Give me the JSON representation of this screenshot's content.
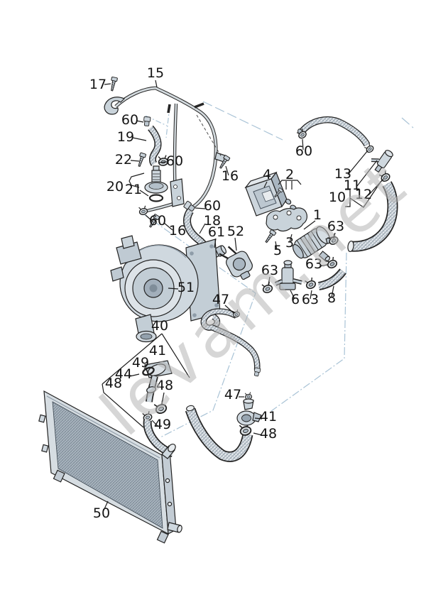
{
  "diagram": {
    "type": "exploded-parts-diagram",
    "subject": "engine cooling system - radiator, coolant hoses, pumps",
    "watermark": "levam.net",
    "background": "#ffffff",
    "colors": {
      "outline": "#232323",
      "part_fill": "#cfd8df",
      "part_shade": "#a9b6c1",
      "reference_line": "#a9c3d6",
      "callout_text": "#141414",
      "watermark": "#b5b5b5"
    },
    "callouts": [
      {
        "text": "17"
      },
      {
        "text": "15"
      },
      {
        "text": "60"
      },
      {
        "text": "19"
      },
      {
        "text": "22"
      },
      {
        "text": "60"
      },
      {
        "text": "20"
      },
      {
        "text": "21"
      },
      {
        "text": "16"
      },
      {
        "text": "60"
      },
      {
        "text": "13"
      },
      {
        "text": "11"
      },
      {
        "text": "10"
      },
      {
        "text": "12"
      },
      {
        "text": "4"
      },
      {
        "text": "2"
      },
      {
        "text": "1"
      },
      {
        "text": "60"
      },
      {
        "text": "18"
      },
      {
        "text": "60"
      },
      {
        "text": "16"
      },
      {
        "text": "61"
      },
      {
        "text": "52"
      },
      {
        "text": "3"
      },
      {
        "text": "5"
      },
      {
        "text": "63"
      },
      {
        "text": "63"
      },
      {
        "text": "63"
      },
      {
        "text": "6"
      },
      {
        "text": "63"
      },
      {
        "text": "8"
      },
      {
        "text": "51"
      },
      {
        "text": "47"
      },
      {
        "text": "40"
      },
      {
        "text": "41"
      },
      {
        "text": "49"
      },
      {
        "text": "44"
      },
      {
        "text": "48"
      },
      {
        "text": "48"
      },
      {
        "text": "49"
      },
      {
        "text": "47"
      },
      {
        "text": "41"
      },
      {
        "text": "48"
      },
      {
        "text": "50"
      }
    ]
  }
}
